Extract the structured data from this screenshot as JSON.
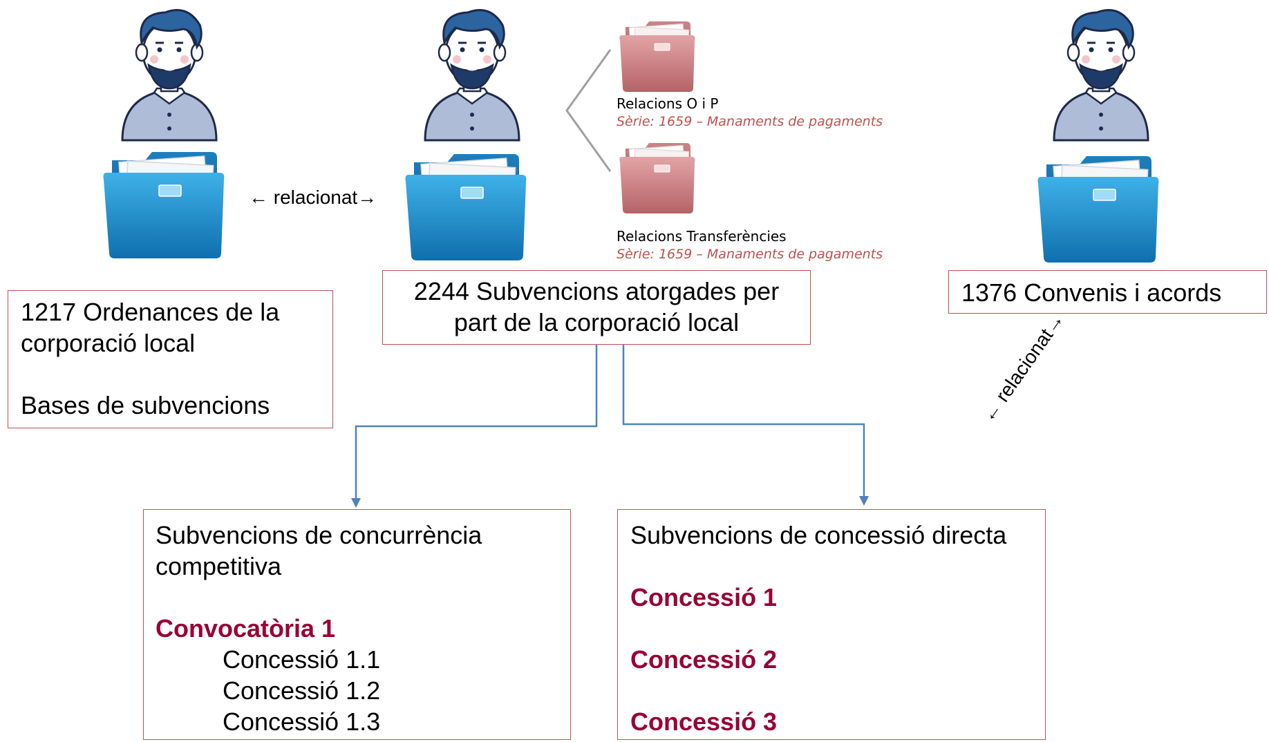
{
  "colors": {
    "box_border": "#c0504d",
    "accent_text": "#990033",
    "connector": "#4f81bd",
    "serie_text": "#c0504d",
    "folder_blue": "#1e88c7",
    "folder_red": "#c07a7d"
  },
  "icons": [
    "person-icon",
    "folder-icon",
    "pink-folder-icon",
    "arrow-down-icon"
  ],
  "left_node": {
    "line1": "1217 Ordenances de la",
    "line2": "corporació local",
    "line3": "Bases de subvencions"
  },
  "center_node": {
    "line1": "2244 Subvencions atorgades per",
    "line2": "part de la corporació local"
  },
  "right_node": {
    "line1": "1376 Convenis i acords"
  },
  "relation_left": "← relacionat→",
  "relation_right": "← relacionat→",
  "related_folders": [
    {
      "title": "Relacions O i P",
      "serie": "Sèrie: 1659 – Manaments de pagaments"
    },
    {
      "title": "Relacions Transferències",
      "serie": "Sèrie: 1659 – Manaments de pagaments"
    }
  ],
  "competitive": {
    "line1": "Subvencions de concurrència",
    "line2": "competitiva",
    "call": "Convocatòria 1",
    "items": [
      "Concessió 1.1",
      "Concessió 1.2",
      "Concessió 1.3"
    ]
  },
  "direct": {
    "title": "Subvencions de concessió directa",
    "items": [
      "Concessió 1",
      "Concessió 2",
      "Concessió 3"
    ]
  }
}
